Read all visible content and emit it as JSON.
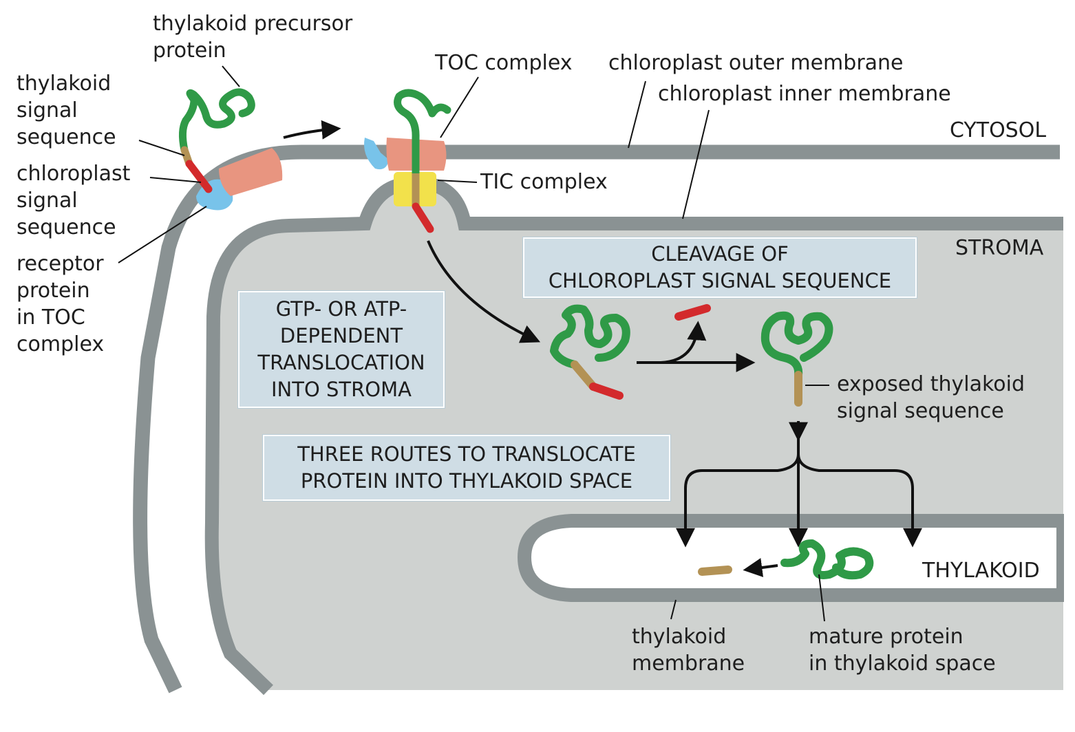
{
  "labels": {
    "thylakoid_precursor": "thylakoid precursor\nprotein",
    "thylakoid_signal_seq": "thylakoid\nsignal\nsequence",
    "chloroplast_signal_seq": "chloroplast\nsignal\nsequence",
    "receptor_protein": "receptor\nprotein\nin TOC\ncomplex",
    "toc_complex": "TOC complex",
    "outer_membrane": "chloroplast outer membrane",
    "inner_membrane": "chloroplast inner membrane",
    "cytosol": "CYTOSOL",
    "tic_complex": "TIC complex",
    "stroma": "STROMA",
    "exposed_thylakoid_seq": "exposed thylakoid\nsignal sequence",
    "thylakoid": "THYLAKOID",
    "thylakoid_membrane": "thylakoid\nmembrane",
    "mature_protein": "mature protein\nin thylakoid space"
  },
  "boxes": {
    "cleavage": "CLEAVAGE OF\nCHLOROPLAST SIGNAL SEQUENCE",
    "translocation": "GTP- OR ATP-\nDEPENDENT\nTRANSLOCATION\nINTO STROMA",
    "three_routes": "THREE ROUTES TO TRANSLOCATE\nPROTEIN INTO THYLAKOID SPACE"
  },
  "colors": {
    "membrane": "#8a9293",
    "stroma": "#cfd2d0",
    "protein_green": "#2f9a47",
    "chloroplast_signal_red": "#d32a2c",
    "thylakoid_signal_tan": "#b39255",
    "receptor_blue": "#78c3ea",
    "toc_salmon": "#e89580",
    "tic_yellow": "#f2e14b",
    "box_fill": "#cfdde5"
  }
}
